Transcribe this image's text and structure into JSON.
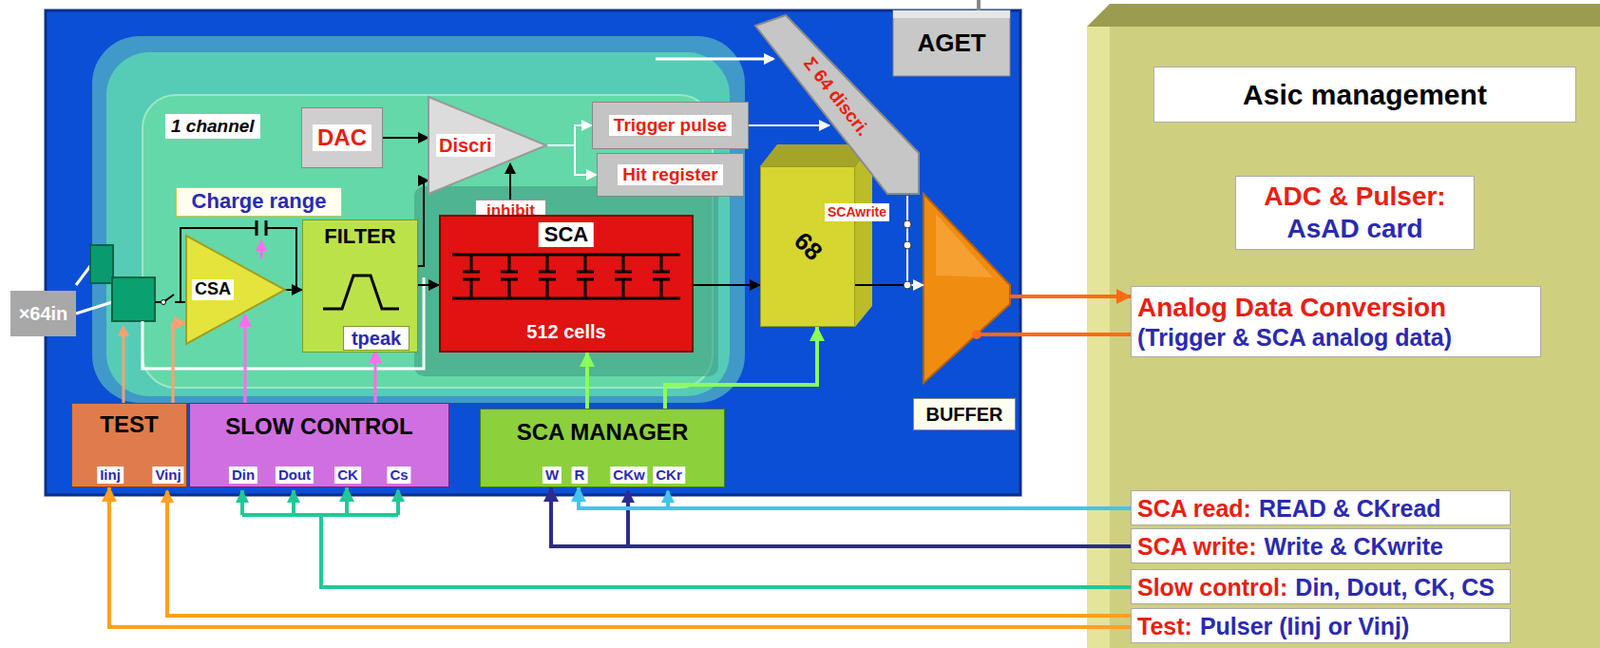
{
  "diagram": {
    "nodes": [
      {
        "text": [
          "AGET"
        ]
      },
      {
        "text": [
          "1 channel"
        ],
        "in": 0
      },
      {
        "text": [
          "DAC"
        ],
        "in": 1
      },
      {
        "text": [
          "Discri"
        ],
        "in": 1
      },
      {
        "text": [
          "Trigger pulse"
        ],
        "in": 1
      },
      {
        "text": [
          "Hit register"
        ],
        "in": 1
      },
      {
        "text": [
          "inhibit"
        ],
        "in": 1
      },
      {
        "text": [
          "Charge range"
        ],
        "in": 1
      },
      {
        "text": [
          "CSA"
        ],
        "in": 1
      },
      {
        "text": [
          "FILTER"
        ],
        "in": 1
      },
      {
        "text": [
          "tpeak"
        ],
        "in": 9
      },
      {
        "text": [
          "SCA",
          "512 cells"
        ],
        "in": 1
      },
      {
        "text": [
          "Σ 64 discri."
        ],
        "in": 0
      },
      {
        "text": [
          "68"
        ],
        "in": 0
      },
      {
        "text": [
          "BUFFER"
        ],
        "in": 0
      },
      {
        "text": [
          "TEST",
          "Iinj",
          "Vinj"
        ],
        "in": 0
      },
      {
        "text": [
          "SLOW CONTROL",
          "Din",
          "Dout",
          "CK",
          "Cs"
        ],
        "in": 0
      },
      {
        "text": [
          "SCA MANAGER",
          "W",
          "R",
          "CKw",
          "CKr"
        ],
        "in": 0
      },
      {
        "text": [
          "Asic management"
        ]
      },
      {
        "text": [
          "ADC & Pulser:",
          "AsAD card"
        ],
        "in": 18
      },
      {
        "text": [
          "Analog Data Conversion",
          "(Trigger & SCA analog data)"
        ],
        "in": 18
      },
      {
        "text": [
          "SCA read:",
          "READ & CKread"
        ],
        "in": 18
      },
      {
        "text": [
          "SCA write:",
          "Write & CKwrite"
        ],
        "in": 18
      },
      {
        "text": [
          "Slow control:",
          "Din, Dout, CK, CS"
        ],
        "in": 18
      },
      {
        "text": [
          "Test:",
          "Pulser (Iinj or Vinj)"
        ],
        "in": 18
      }
    ],
    "edges": [
      {
        "from": 2,
        "to": 3,
        "arrow": "to"
      },
      {
        "from": 3,
        "to": 4,
        "arrow": "to"
      },
      {
        "from": 3,
        "to": 5,
        "arrow": "to"
      },
      {
        "from": 6,
        "to": 3,
        "arrow": "to"
      },
      {
        "from": 4,
        "to": 12,
        "arrow": "to"
      },
      {
        "from": 8,
        "to": 9,
        "arrow": "to"
      },
      {
        "from": 9,
        "to": 11,
        "arrow": "to"
      },
      {
        "from": 9,
        "to": 3,
        "arrow": "to"
      },
      {
        "from": 11,
        "to": 13,
        "arrow": "to"
      },
      {
        "from": 13,
        "to": 14,
        "arrow": "to"
      },
      {
        "from": 12,
        "to": 14,
        "arrow": "to"
      },
      {
        "from": 14,
        "to": 20,
        "arrow": "to"
      },
      {
        "from": 20,
        "to": 14,
        "arrow": "to"
      },
      {
        "from": 21,
        "to": 17,
        "arrow": "to"
      },
      {
        "from": 22,
        "to": 17,
        "arrow": "to"
      },
      {
        "from": 23,
        "to": 16,
        "arrow": "to"
      },
      {
        "from": 24,
        "to": 15,
        "arrow": "to"
      },
      {
        "from": 15,
        "to": 8,
        "arrow": "to"
      },
      {
        "from": 16,
        "to": 8,
        "arrow": "to"
      },
      {
        "from": 16,
        "to": 10,
        "arrow": "to"
      },
      {
        "from": 17,
        "to": 11,
        "arrow": "to"
      },
      {
        "from": 17,
        "to": 13,
        "arrow": "to"
      }
    ],
    "labels": [
      "×64in",
      "SCAwrite"
    ]
  }
}
